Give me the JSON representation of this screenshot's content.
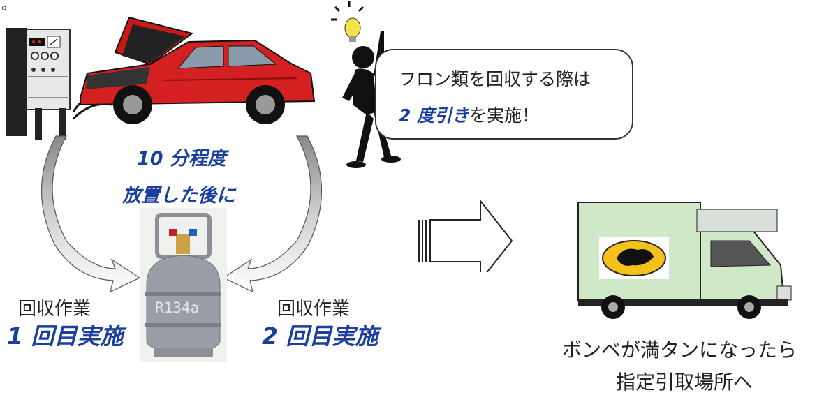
{
  "corner_mark": "。",
  "bubble": {
    "line1": "フロン類を回収する際は",
    "line2_highlight": "2 度引き",
    "line2_rest": "を実施！"
  },
  "center_label": {
    "line1": "10 分程度",
    "line2": "放置した後に"
  },
  "left_label": {
    "work": "回収作業",
    "count": "1 回目実施"
  },
  "right_label": {
    "work": "回収作業",
    "count": "2 回目実施"
  },
  "cylinder_label": "R134a",
  "truck_caption": {
    "line1": "ボンベが満タンになったら",
    "line2": "指定引取場所へ"
  },
  "colors": {
    "accent_blue": "#1a3f9e",
    "car_red": "#d42020",
    "truck_green": "#cfe8c8",
    "cylinder_gray": "#9a9ea6"
  },
  "icons": [
    "recovery-machine-icon",
    "car-icon",
    "lightbulb-icon",
    "person-silhouette-icon",
    "gas-cylinder-icon",
    "big-arrow-icon",
    "truck-icon",
    "cat-logo-icon"
  ]
}
